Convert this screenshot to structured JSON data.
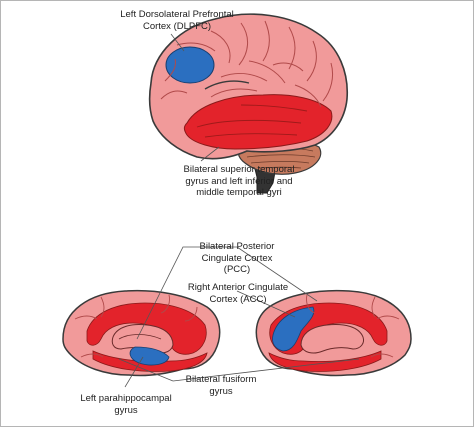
{
  "colors": {
    "cortex": "#f19a9a",
    "outline": "#3a3a3a",
    "highlight_red": "#e3232b",
    "highlight_blue": "#2b6fc0",
    "cerebellum": "#c77a5e",
    "brainstem": "#333333"
  },
  "labels": {
    "dlpfc": "Left Dorsolateral Prefrontal\nCortex (DLPFC)",
    "temporal": "Bilateral superior temporal\ngyrus and left inferior and\nmiddle temporal gyri",
    "pcc": "Bilateral Posterior\nCingulate Cortex\n(PCC)",
    "acc": "Right Anterior Cingulate\nCortex (ACC)",
    "fusiform": "Bilateral fusiform\ngyrus",
    "parahippocampal": "Left parahippocampal\ngyrus"
  }
}
